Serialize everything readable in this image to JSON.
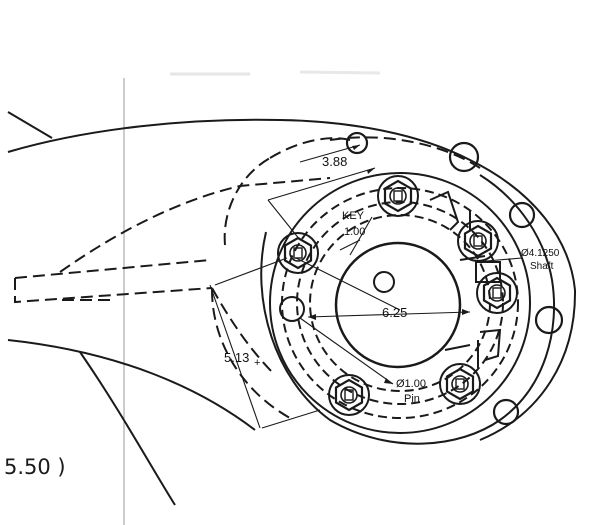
{
  "labels": {
    "dim_388": "3.88",
    "key": "KEY",
    "key_width": "1.00",
    "shaft_dia": "Ø4.1250",
    "shaft": "Shaft",
    "bore": "6.25",
    "pitch": "5.13",
    "plus": "+",
    "pin_dia": "Ø1.00",
    "pin": "Pin",
    "fragment": "5.50 )"
  },
  "colors": {
    "ink": "#1a1a1a",
    "paper": "#ffffff",
    "margin_line": "#9a9a9a"
  }
}
